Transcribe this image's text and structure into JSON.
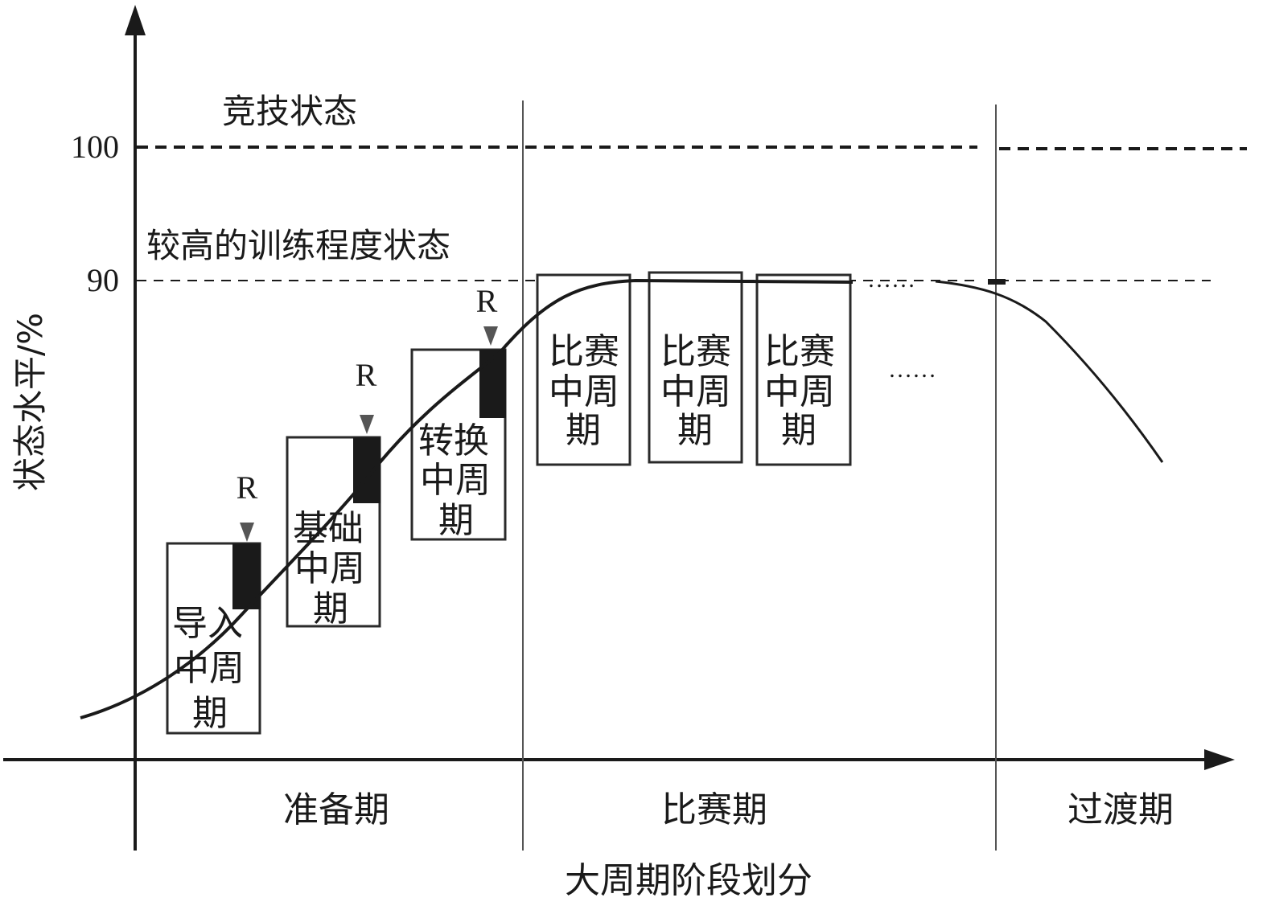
{
  "y_axis": {
    "label": "状态水平/%",
    "ticks": [
      {
        "value": 100,
        "label": "100",
        "level_label": "竞技状态"
      },
      {
        "value": 90,
        "label": "90",
        "level_label": "较高的训练程度状态"
      }
    ]
  },
  "x_axis": {
    "label": "大周期阶段划分"
  },
  "phases": [
    "准备期",
    "比赛期",
    "过渡期"
  ],
  "mesocycles": [
    {
      "lines": [
        "导入",
        "中周",
        "期"
      ]
    },
    {
      "lines": [
        "基础",
        "中周",
        "期"
      ]
    },
    {
      "lines": [
        "转换",
        "中周",
        "期"
      ]
    },
    {
      "lines": [
        "比赛",
        "中周",
        "期"
      ]
    },
    {
      "lines": [
        "比赛",
        "中周",
        "期"
      ]
    },
    {
      "lines": [
        "比赛",
        "中周",
        "期"
      ]
    }
  ],
  "recovery_marker": "R",
  "ellipsis": "……",
  "colors": {
    "ink": "#1a1a1a",
    "divider": "#555555",
    "background": "#ffffff"
  }
}
